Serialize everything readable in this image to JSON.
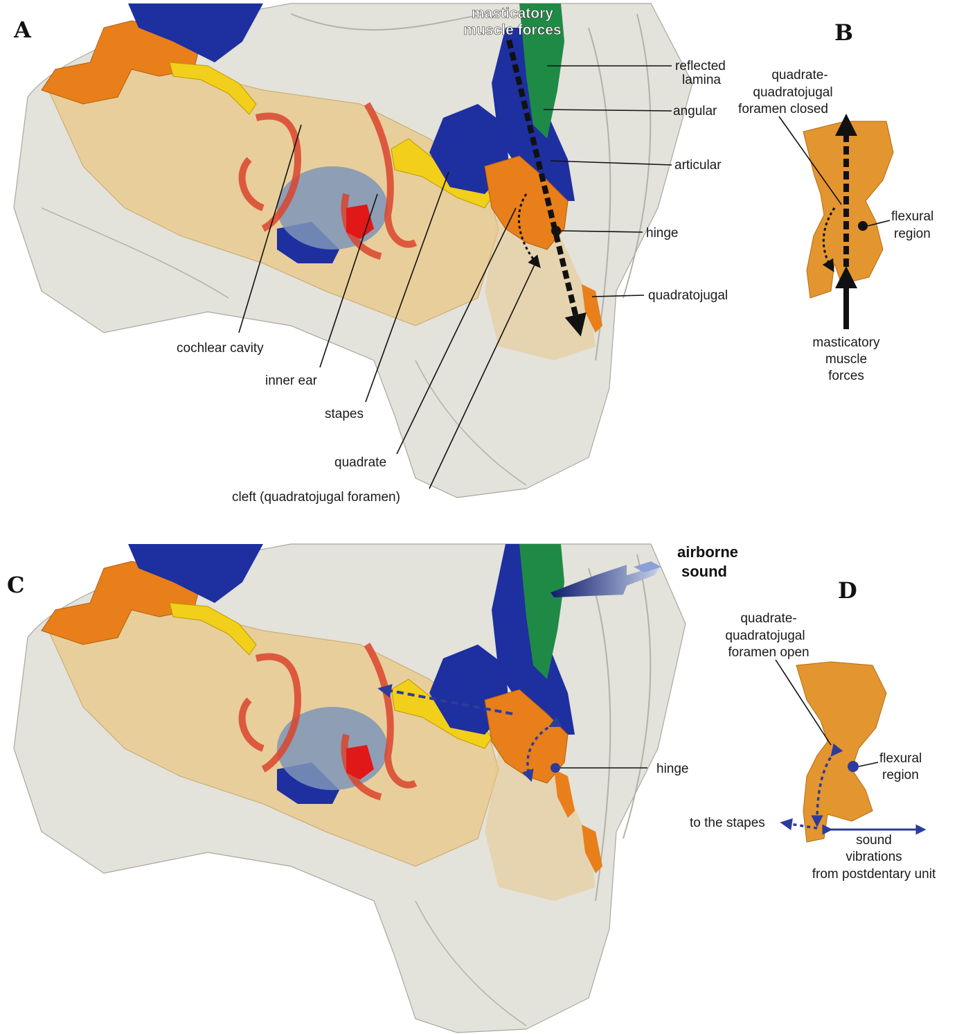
{
  "panels": {
    "a": "A",
    "b": "B",
    "c": "C",
    "d": "D"
  },
  "panel_a": {
    "top_arrow_label_1": "masticatory",
    "top_arrow_label_2": "muscle forces",
    "reflected_lamina_1": "reflected",
    "reflected_lamina_2": "lamina",
    "angular": "angular",
    "articular": "articular",
    "hinge": "hinge",
    "quadratojugal": "quadratojugal",
    "cochlear_cavity": "cochlear cavity",
    "inner_ear": "inner ear",
    "stapes": "stapes",
    "quadrate": "quadrate",
    "cleft": "cleft (quadratojugal foramen)"
  },
  "panel_b": {
    "foramen_1": "quadrate-",
    "foramen_2": "quadratojugal",
    "foramen_3": "foramen closed",
    "flexural_1": "flexural",
    "flexural_2": "region",
    "forces_1": "masticatory",
    "forces_2": "muscle",
    "forces_3": "forces"
  },
  "panel_c": {
    "airborne_1": "airborne",
    "airborne_2": "sound",
    "hinge": "hinge"
  },
  "panel_d": {
    "foramen_1": "quadrate-",
    "foramen_2": "quadratojugal",
    "foramen_3": "foramen open",
    "flexural_1": "flexural",
    "flexural_2": "region",
    "to_stapes": "to the stapes",
    "sound_1": "sound",
    "sound_2": "vibrations",
    "sound_3": "from postdentary unit"
  },
  "colors": {
    "bone_gray": "#d9d8cf",
    "quadrate_orange": "#e87f1a",
    "tan": "#e8c98a",
    "blue": "#1e2fa0",
    "green": "#1f8a45",
    "yellow": "#f2cf1a",
    "inner_ear_red": "#d9442e",
    "cochlea_blue": "#7e95b8",
    "vibration_blue": "#2c3c9c"
  }
}
